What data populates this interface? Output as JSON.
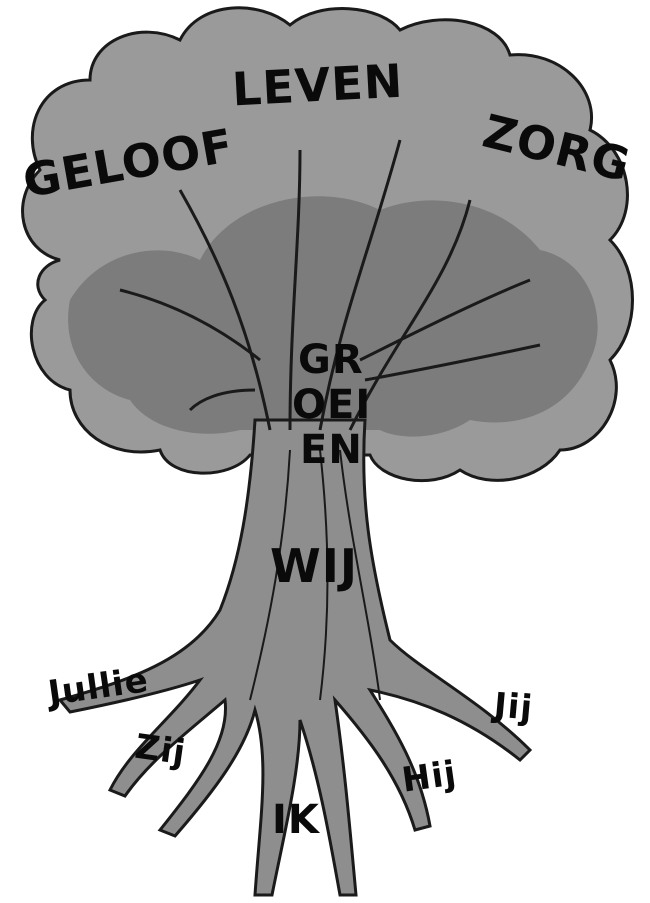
{
  "canopy_words": {
    "geloof": "GELOOF",
    "leven": "LEVEN",
    "zorg": "ZORG"
  },
  "trunk_words": {
    "groeien_line1": "GR",
    "groeien_line2": "OEI",
    "groeien_line3": "EN",
    "wij": "WIJ"
  },
  "root_words": {
    "jullie": "Jullie",
    "zij": "Zij",
    "ik": "IK",
    "hij": "Hij",
    "jij": "Jij"
  },
  "colors": {
    "canopy_light": "#9a9a9a",
    "canopy_dark": "#7c7c7c",
    "trunk": "#8e8e8e",
    "outline": "#1a1a1a",
    "text": "#0a0a0a"
  }
}
